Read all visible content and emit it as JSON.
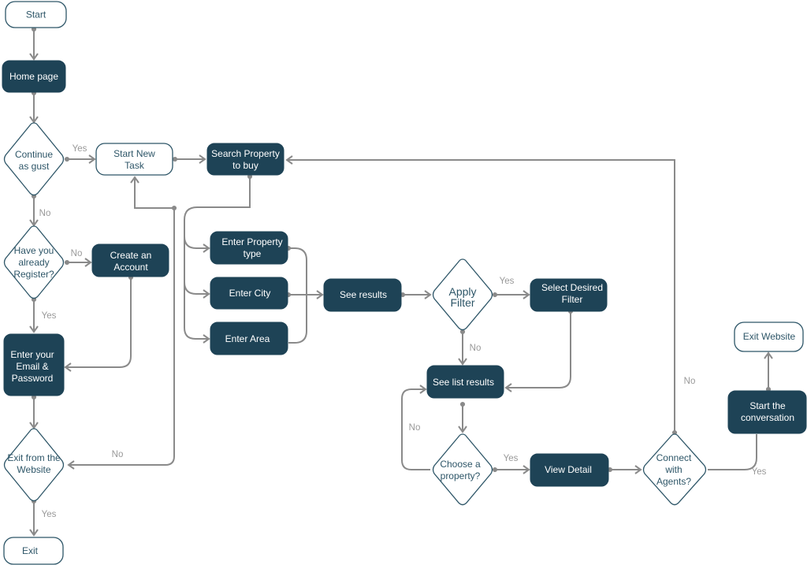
{
  "colors": {
    "node_fill": "#1e4356",
    "outline": "#2e5668",
    "connector": "#8a8a8a",
    "label": "#999999"
  },
  "nodes": {
    "start": [
      "Start"
    ],
    "home": [
      "Home page"
    ],
    "continue_guest": [
      "Continue",
      "as gust"
    ],
    "start_new_task": [
      "Start New",
      "Task"
    ],
    "search_property": [
      "Search Property",
      "to buy"
    ],
    "already_registered": [
      "Have you",
      "already",
      "Register?"
    ],
    "create_account": [
      "Create an",
      "Account"
    ],
    "enter_email": [
      "Enter your",
      "Email &",
      "Password"
    ],
    "exit_from_website": [
      "Exit from the",
      "Website"
    ],
    "exit": [
      "Exit"
    ],
    "enter_property_type": [
      "Enter Property",
      "type"
    ],
    "enter_city": [
      "Enter City"
    ],
    "enter_area": [
      "Enter Area"
    ],
    "see_results": [
      "See results"
    ],
    "apply_filter": [
      "Apply",
      "Filter"
    ],
    "select_filter": [
      "Select Desired",
      "Filter"
    ],
    "see_list_results": [
      "See list results"
    ],
    "choose_property": [
      "Choose a",
      "property?"
    ],
    "view_detail": [
      "View Detail"
    ],
    "connect_agents": [
      "Connect",
      "with",
      "Agents?"
    ],
    "start_conversation": [
      "Start the",
      "conversation"
    ],
    "exit_website": [
      "Exit Website"
    ]
  },
  "edge_labels": {
    "continue_yes": "Yes",
    "continue_no": "No",
    "register_no": "No",
    "register_yes": "Yes",
    "exit_no": "No",
    "exit_yes": "Yes",
    "filter_yes": "Yes",
    "filter_no": "No",
    "choose_no": "No",
    "choose_yes": "Yes",
    "connect_no": "No",
    "connect_yes": "Yes"
  }
}
